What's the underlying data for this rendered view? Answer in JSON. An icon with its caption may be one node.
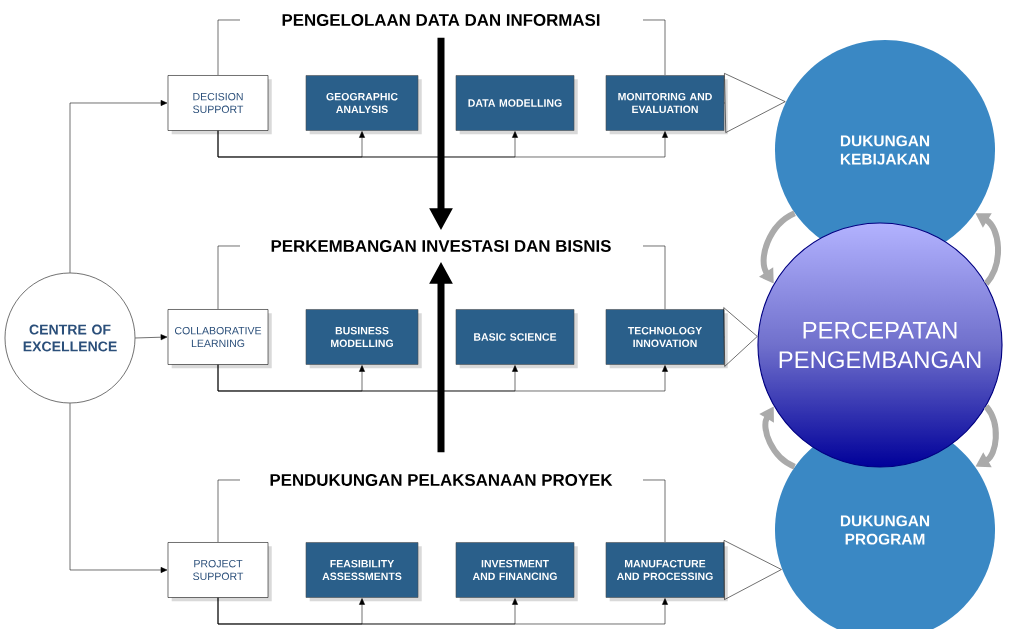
{
  "diagram": {
    "nodes": [
      {
        "text": [
          "CENTRE OF EXCELLENCE"
        ]
      },
      {
        "text": [
          "PENGELOLAAN DATA DAN INFORMASI"
        ]
      },
      {
        "text": [
          "DECISION SUPPORT"
        ]
      },
      {
        "text": [
          "GEOGRAPHIC ANALYSIS"
        ]
      },
      {
        "text": [
          "DATA MODELLING"
        ]
      },
      {
        "text": [
          "MONITORING AND EVALUATION"
        ]
      },
      {
        "text": [
          "PERKEMBANGAN INVESTASI DAN BISNIS"
        ]
      },
      {
        "text": [
          "COLLABORATIVE LEARNING"
        ]
      },
      {
        "text": [
          "BUSINESS MODELLING"
        ]
      },
      {
        "text": [
          "BASIC SCIENCE"
        ]
      },
      {
        "text": [
          "TECHNOLOGY INNOVATION"
        ]
      },
      {
        "text": [
          "PENDUKUNGAN PELAKSANAAN PROYEK"
        ]
      },
      {
        "text": [
          "PROJECT SUPPORT"
        ]
      },
      {
        "text": [
          "FEASIBILITY ASSESSMENTS"
        ]
      },
      {
        "text": [
          "INVESTMENT AND FINANCING"
        ]
      },
      {
        "text": [
          "MANUFACTURE AND PROCESSING"
        ]
      },
      {
        "text": [
          "DUKUNGAN KEBIJAKAN"
        ]
      },
      {
        "text": [
          "PERCEPATAN PENGEMBANGAN"
        ]
      },
      {
        "text": [
          "DUKUNGAN PROGRAM"
        ]
      }
    ],
    "edges": [
      {
        "from": 0,
        "to": 2,
        "arrow": "to"
      },
      {
        "from": 0,
        "to": 7,
        "arrow": "to"
      },
      {
        "from": 0,
        "to": 12,
        "arrow": "to"
      },
      {
        "from": 2,
        "to": 3,
        "arrow": "to"
      },
      {
        "from": 2,
        "to": 4,
        "arrow": "to"
      },
      {
        "from": 2,
        "to": 5,
        "arrow": "to"
      },
      {
        "from": 7,
        "to": 8,
        "arrow": "to"
      },
      {
        "from": 7,
        "to": 9,
        "arrow": "to"
      },
      {
        "from": 7,
        "to": 10,
        "arrow": "to"
      },
      {
        "from": 12,
        "to": 13,
        "arrow": "to"
      },
      {
        "from": 12,
        "to": 14,
        "arrow": "to"
      },
      {
        "from": 12,
        "to": 15,
        "arrow": "to"
      },
      {
        "from": 1,
        "to": 6,
        "arrow": "to",
        "style": "thick"
      },
      {
        "from": 11,
        "to": 6,
        "arrow": "to",
        "style": "thick"
      },
      {
        "from": 5,
        "to": 16,
        "arrow": "to"
      },
      {
        "from": 10,
        "to": 17,
        "arrow": "to"
      },
      {
        "from": 15,
        "to": 18,
        "arrow": "to"
      },
      {
        "from": 16,
        "to": 17,
        "arrow": "to",
        "style": "thick",
        "color": "#aaaaaa"
      },
      {
        "from": 17,
        "to": 16,
        "arrow": "to",
        "style": "thick",
        "color": "#aaaaaa"
      },
      {
        "from": 18,
        "to": 17,
        "arrow": "to",
        "style": "thick",
        "color": "#aaaaaa"
      },
      {
        "from": 17,
        "to": 18,
        "arrow": "to",
        "style": "thick",
        "color": "#aaaaaa"
      }
    ]
  }
}
